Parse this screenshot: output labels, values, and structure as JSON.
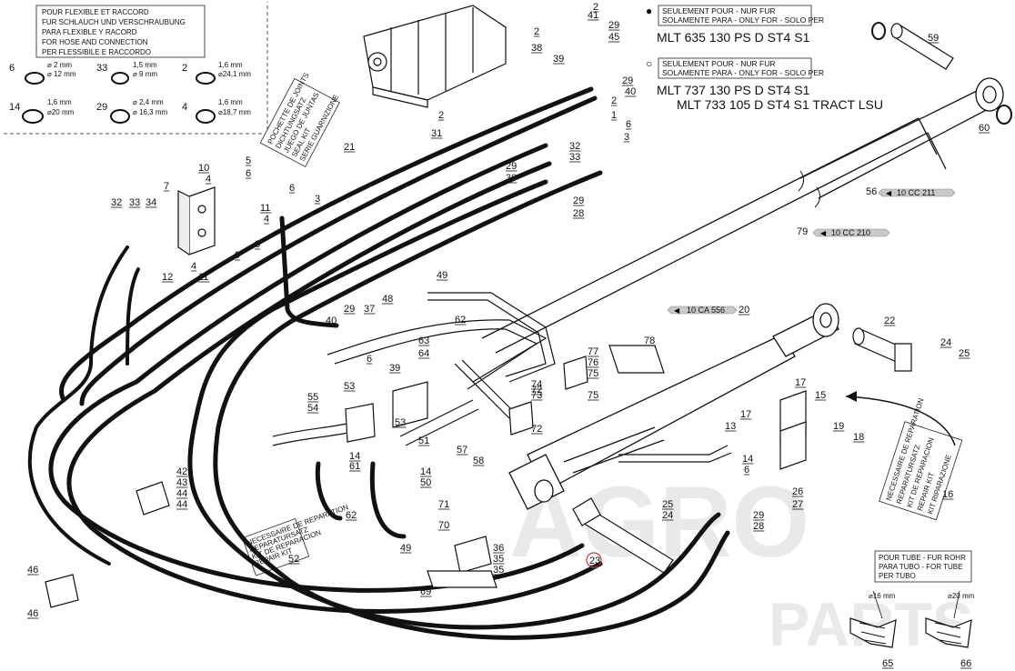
{
  "legend_box": {
    "lines": [
      "POUR FLEXIBLE ET RACCORD",
      "FUR SCHLAUCH UND VERSCHRAUBUNG",
      "PARA FLEXIBLE Y RACORD",
      "FOR HOSE AND CONNECTION",
      "PER FLESSIBILE E RACCORDO"
    ],
    "items": [
      {
        "ref": "6",
        "d1": "⌀ 2 mm",
        "d2": "⌀ 12 mm"
      },
      {
        "ref": "33",
        "d1": "1,5 mm",
        "d2": "⌀ 9 mm"
      },
      {
        "ref": "2",
        "d1": "1,6 mm",
        "d2": "⌀24,1 mm"
      },
      {
        "ref": "14",
        "d1": "1,6 mm",
        "d2": "⌀20 mm"
      },
      {
        "ref": "29",
        "d1": "⌀ 2,4 mm",
        "d2": "⌀ 16,3 mm"
      },
      {
        "ref": "4",
        "d1": "1,6 mm",
        "d2": "⌀18,7 mm"
      }
    ]
  },
  "variant_a": {
    "bullet": "●",
    "label_lines": [
      "SEULEMENT POUR - NUR FUR",
      "SOLAMENTE PARA - ONLY FOR - SOLO PER"
    ],
    "models": [
      "MLT 635 130 PS D ST4 S1"
    ]
  },
  "variant_b": {
    "bullet": "○",
    "label_lines": [
      "SEULEMENT POUR - NUR FUR",
      "SOLAMENTE PARA - ONLY FOR - SOLO PER"
    ],
    "models": [
      "MLT 737 130 PS D ST4 S1",
      "MLT 733 105 D ST4 S1 TRACT LSU"
    ]
  },
  "seal_kit_label": [
    "POCHETTE DE JOINTS",
    "DICHTUNGSATZ",
    "JUEGO DE JUNTAS",
    "SEAL KIT",
    "SERIE GUARNIZIONE"
  ],
  "repair_kit_label": [
    "NECESSAIRE DE REPARATION",
    "REPARATURSATZ",
    "KIT DE REPARACION",
    "REPAIR KIT",
    "KIT RIPARAZIONE"
  ],
  "tube_box": {
    "lines": [
      "POUR TUBE - FUR ROHR",
      "PARA TUBO - FOR TUBE",
      "PER TUBO"
    ],
    "d_left": "⌀16 mm",
    "d_right": "⌀20 mm"
  },
  "badges": [
    {
      "ref": "56",
      "text": "10 CC 211"
    },
    {
      "ref": "79",
      "text": "10 CC 210"
    },
    {
      "ref": "",
      "text": "10 CA 556"
    }
  ],
  "callouts": [
    "1",
    "2",
    "3",
    "4",
    "5",
    "6",
    "7",
    "8",
    "9",
    "10",
    "11",
    "12",
    "13",
    "14",
    "15",
    "16",
    "17",
    "18",
    "19",
    "20",
    "21",
    "22",
    "23",
    "24",
    "25",
    "26",
    "27",
    "28",
    "29",
    "30",
    "31",
    "32",
    "33",
    "34",
    "35",
    "36",
    "37",
    "38",
    "39",
    "40",
    "41",
    "42",
    "43",
    "44",
    "45",
    "46",
    "48",
    "49",
    "50",
    "51",
    "52",
    "53",
    "54",
    "55",
    "57",
    "58",
    "59",
    "60",
    "61",
    "62",
    "63",
    "64",
    "65",
    "66",
    "69",
    "70",
    "71",
    "72",
    "73",
    "74",
    "75",
    "76",
    "77",
    "78"
  ],
  "watermark": {
    "line1": "AGRO",
    "line2": "PARTS"
  },
  "colors": {
    "line": "#111111",
    "hose": "#111111",
    "label_bg": "#ffffff",
    "badge_bg": "#c9c9cb",
    "highlight": "#d23a3a",
    "watermark": "#e9e9ea"
  }
}
